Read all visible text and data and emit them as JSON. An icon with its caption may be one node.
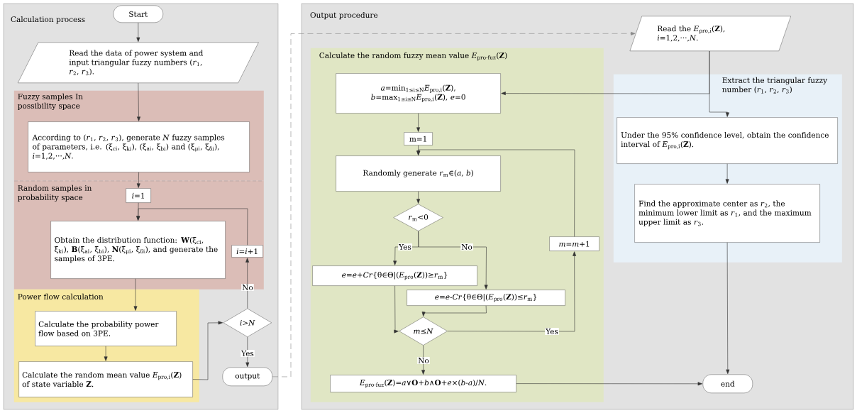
{
  "diagram": {
    "nodes": [
      {
        "text": [
          "Calculation process"
        ]
      },
      {
        "text": [
          "Start"
        ],
        "in": 0
      },
      {
        "text": [
          "Read the data of power system and input triangular fuzzy numbers (*r*$_{1}$, *r*$_{2}$, *r*$_{3}$)."
        ],
        "in": 0
      },
      {
        "text": [
          "Fuzzy samples In possibility space"
        ],
        "in": 0
      },
      {
        "text": [
          "According to (*r*$_{1}$, *r*$_{2}$, *r*$_{3}$), generate *N* fuzzy samples of parameters, i.e. (ξ$_{ci}$, ξ$_{ki}$), (ξ$_{ai}$, ξ$_{bi}$) and (ξ$_{μi}$, ξ$_{δi}$), *i*=1,2,···,*N*."
        ],
        "in": 3
      },
      {
        "text": [
          "Random samples in probability space"
        ],
        "in": 0
      },
      {
        "text": [
          "*i*=1"
        ],
        "in": 5
      },
      {
        "text": [
          "Obtain the distribution function: **W**(ξ$_{ci}$, ξ$_{ki}$), **B**(ξ$_{ai}$, ξ$_{bi}$), **N**(ξ$_{μi}$, ξ$_{δi}$), and generate the samples of 3PE."
        ],
        "in": 5
      },
      {
        "text": [
          "*i*=*i*+1"
        ],
        "in": 5
      },
      {
        "text": [
          "Power flow calculation"
        ],
        "in": 0
      },
      {
        "text": [
          "Calculate the probability power flow based on 3PE."
        ],
        "in": 9
      },
      {
        "text": [
          "Calculate the random mean value *E*$_{pro,i}$(**Z**) of state variable **Z**."
        ],
        "in": 9
      },
      {
        "text": [
          "*i*>*N*"
        ],
        "in": 0
      },
      {
        "text": [
          "output"
        ],
        "in": 0
      },
      {
        "text": [
          "Output procedure"
        ]
      },
      {
        "text": [
          "Calculate the random fuzzy mean value *E*$_{pro-fuz}$(**Z**)"
        ],
        "in": 14
      },
      {
        "text": [
          "*a*=min$_{1≤i≤N}$*E*$_{pro,i}$(**Z**), *b*=max$_{1≤i≤N}$*E*$_{pro,i}$(**Z**), *e*=0"
        ],
        "in": 15
      },
      {
        "text": [
          "m=1"
        ],
        "in": 15
      },
      {
        "text": [
          "Randomly generate *r*$_{m}$∈(*a*, *b*)"
        ],
        "in": 15
      },
      {
        "text": [
          "*r*$_{m}$<0"
        ],
        "in": 15
      },
      {
        "text": [
          "*e*=*e*+*Cr*{θ∈Θ|(*E*$_{pro}$(**Z**))≥*r*$_{m}$}"
        ],
        "in": 15
      },
      {
        "text": [
          "*e*=*e*-*Cr*{θ∈Θ|(*E*$_{pro}$(**Z**))≤*r*$_{m}$}"
        ],
        "in": 15
      },
      {
        "text": [
          "*m*≤*N*"
        ],
        "in": 15
      },
      {
        "text": [
          "*m*=*m*+1"
        ],
        "in": 15
      },
      {
        "text": [
          "*E*$_{pro-fuz}$(**Z**)=*a*∨**O**+*b*∧**O**+*e*×(*b*-*a*)/*N*."
        ],
        "in": 15
      },
      {
        "text": [
          "Read the *E*$_{pro,i}$(**Z**), *i*=1,2,···,*N*."
        ],
        "in": 14
      },
      {
        "text": [
          "Extract the triangular fuzzy number (*r*$_{1}$, *r*$_{2}$, *r*$_{3}$)"
        ],
        "in": 14
      },
      {
        "text": [
          "Under the 95% confidence level, obtain the confidence interval of *E*$_{pro,i}$(**Z**)."
        ],
        "in": 26
      },
      {
        "text": [
          "Find the approximate center as *r*$_{2}$, the minimum lower limit as *r*$_{1}$, and the maximum upper limit as *r*$_{3}$."
        ],
        "in": 26
      },
      {
        "text": [
          "end"
        ],
        "in": 14
      }
    ],
    "edges": [
      {
        "from": 1,
        "to": 2,
        "arrow": "to"
      },
      {
        "from": 2,
        "to": 4,
        "arrow": "to"
      },
      {
        "from": 4,
        "to": 6,
        "arrow": "to"
      },
      {
        "from": 6,
        "to": 7,
        "arrow": "to"
      },
      {
        "from": 7,
        "to": 10,
        "arrow": "to"
      },
      {
        "from": 10,
        "to": 11,
        "arrow": "to"
      },
      {
        "from": 11,
        "to": 12,
        "arrow": "to"
      },
      {
        "from": 12,
        "to": 8,
        "arrow": "to",
        "label": "No"
      },
      {
        "from": 8,
        "to": 7,
        "arrow": "to"
      },
      {
        "from": 12,
        "to": 13,
        "arrow": "to",
        "label": "Yes"
      },
      {
        "from": 13,
        "to": 25,
        "arrow": "to",
        "style": "dashed",
        "color": "#888888"
      },
      {
        "from": 25,
        "to": 27,
        "arrow": "to"
      },
      {
        "from": 25,
        "to": 16,
        "arrow": "to"
      },
      {
        "from": 16,
        "to": 17,
        "arrow": "to"
      },
      {
        "from": 17,
        "to": 18,
        "arrow": "to"
      },
      {
        "from": 23,
        "to": 18,
        "arrow": "to"
      },
      {
        "from": 18,
        "to": 19,
        "arrow": "to"
      },
      {
        "from": 19,
        "to": 20,
        "arrow": "to",
        "label": "Yes"
      },
      {
        "from": 19,
        "to": 21,
        "arrow": "to",
        "label": "No"
      },
      {
        "from": 20,
        "to": 22,
        "arrow": "to"
      },
      {
        "from": 21,
        "to": 22,
        "arrow": "to"
      },
      {
        "from": 22,
        "to": 23,
        "arrow": "to",
        "label": "Yes"
      },
      {
        "from": 22,
        "to": 24,
        "arrow": "to",
        "label": "No"
      },
      {
        "from": 24,
        "to": 29,
        "arrow": "to"
      },
      {
        "from": 27,
        "to": 28,
        "arrow": "to"
      },
      {
        "from": 28,
        "to": 29,
        "arrow": "to"
      }
    ]
  }
}
